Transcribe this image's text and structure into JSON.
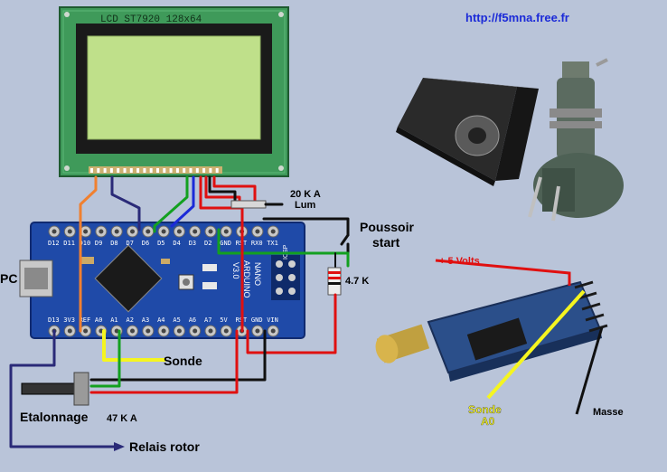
{
  "url": "http://f5mna.free.fr",
  "lcd": {
    "title": "LCD ST7920   128x64"
  },
  "arduino": {
    "top_pins": [
      "D12",
      "D11",
      "D10",
      "D9",
      "D8",
      "D7",
      "D6",
      "D5",
      "D4",
      "D3",
      "D2",
      "GND",
      "RST",
      "RX0",
      "TX1"
    ],
    "bottom_pins": [
      "D13",
      "3V3",
      "REF",
      "A0",
      "A1",
      "A2",
      "A3",
      "A4",
      "A5",
      "A6",
      "A7",
      "5V",
      "RST",
      "GND",
      "VIN"
    ],
    "board_text": [
      "ARDUINO",
      "NANO",
      "V3.0"
    ],
    "icsp": "ICSP",
    "usb_label": "PC"
  },
  "labels": {
    "resistor_20k": "20 K A",
    "lum": "Lum",
    "poussoir": "Poussoir",
    "start": "start",
    "res_4k7": "4.7 K",
    "sonde": "Sonde",
    "etalonnage": "Etalonnage",
    "pot_value": "47 K A",
    "relais": "Relais rotor",
    "plus5v": "+ 5 Volts",
    "sonde_a0_line1": "Sonde",
    "sonde_a0_line2": "A0",
    "masse": "Masse"
  },
  "colors": {
    "background": "#b9c4d9",
    "lcd_pcb": "#3f9a5a",
    "lcd_screen": "#bfe08a",
    "arduino_pcb": "#1f4aa8",
    "wire_red": "#e01010",
    "wire_black": "#101010",
    "wire_blue": "#1b2ad8",
    "wire_navy": "#2a2a78",
    "wire_green": "#13a020",
    "wire_orange": "#f08030",
    "wire_yellow": "#f5f520"
  }
}
